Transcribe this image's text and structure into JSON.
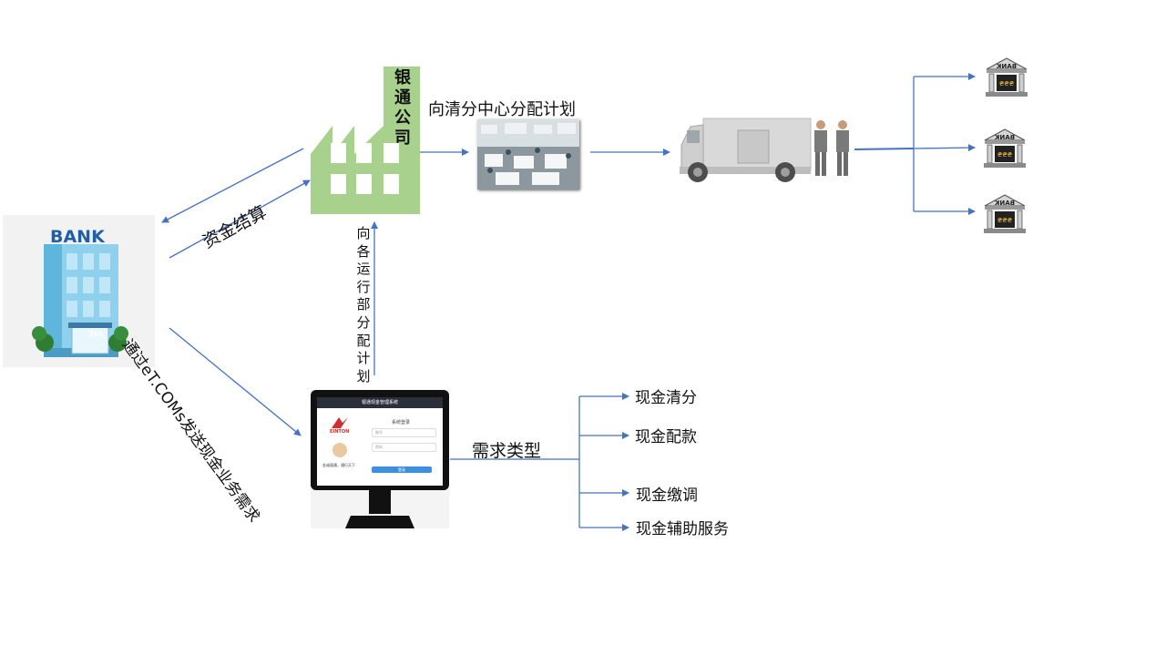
{
  "company": {
    "name": "银通公司"
  },
  "bank": {
    "sign": "BANK",
    "door_number": "365"
  },
  "labels": {
    "settlement": "资金结算",
    "send_request": "通过eT.COMs发送现金业务需求",
    "allocate_plan": "向各运行部分配计划",
    "center_plan": "向清分中心分配计划",
    "demand_type": "需求类型"
  },
  "demand_types": [
    "现金清分",
    "现金配款",
    "现金缴调",
    "现金辅助服务"
  ],
  "branch_bank_sign": "BANK",
  "monitor": {
    "title": "银通现金管理系统",
    "logo_text": "EINTON",
    "slogan": "金诚银通，通行天下",
    "form_title": "系统登录",
    "username_placeholder": "账号",
    "password_placeholder": "密码",
    "login_button": "登录"
  },
  "colors": {
    "arrow": "#4472c4",
    "factory": "#a9d18e",
    "label_bg": "#a9d18e"
  }
}
